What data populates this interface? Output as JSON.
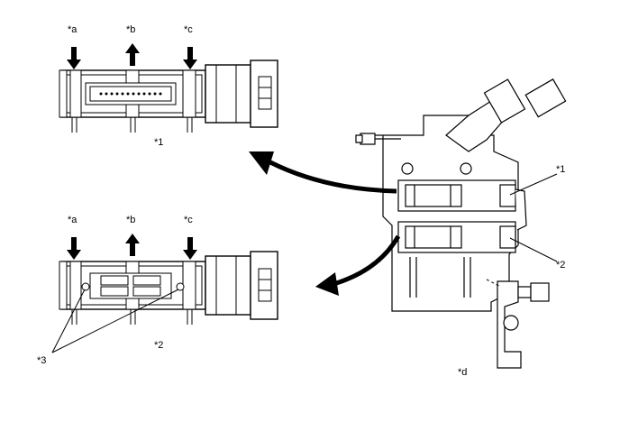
{
  "labels": {
    "top_a": "*a",
    "top_b": "*b",
    "top_c": "*c",
    "top_caption": "*1",
    "bot_a": "*a",
    "bot_b": "*b",
    "bot_c": "*c",
    "bot_caption": "*2",
    "callout_3": "*3",
    "right_1": "*1",
    "right_2": "*2",
    "right_d": "*d"
  },
  "colors": {
    "line": "#000000",
    "fill": "#ffffff"
  }
}
